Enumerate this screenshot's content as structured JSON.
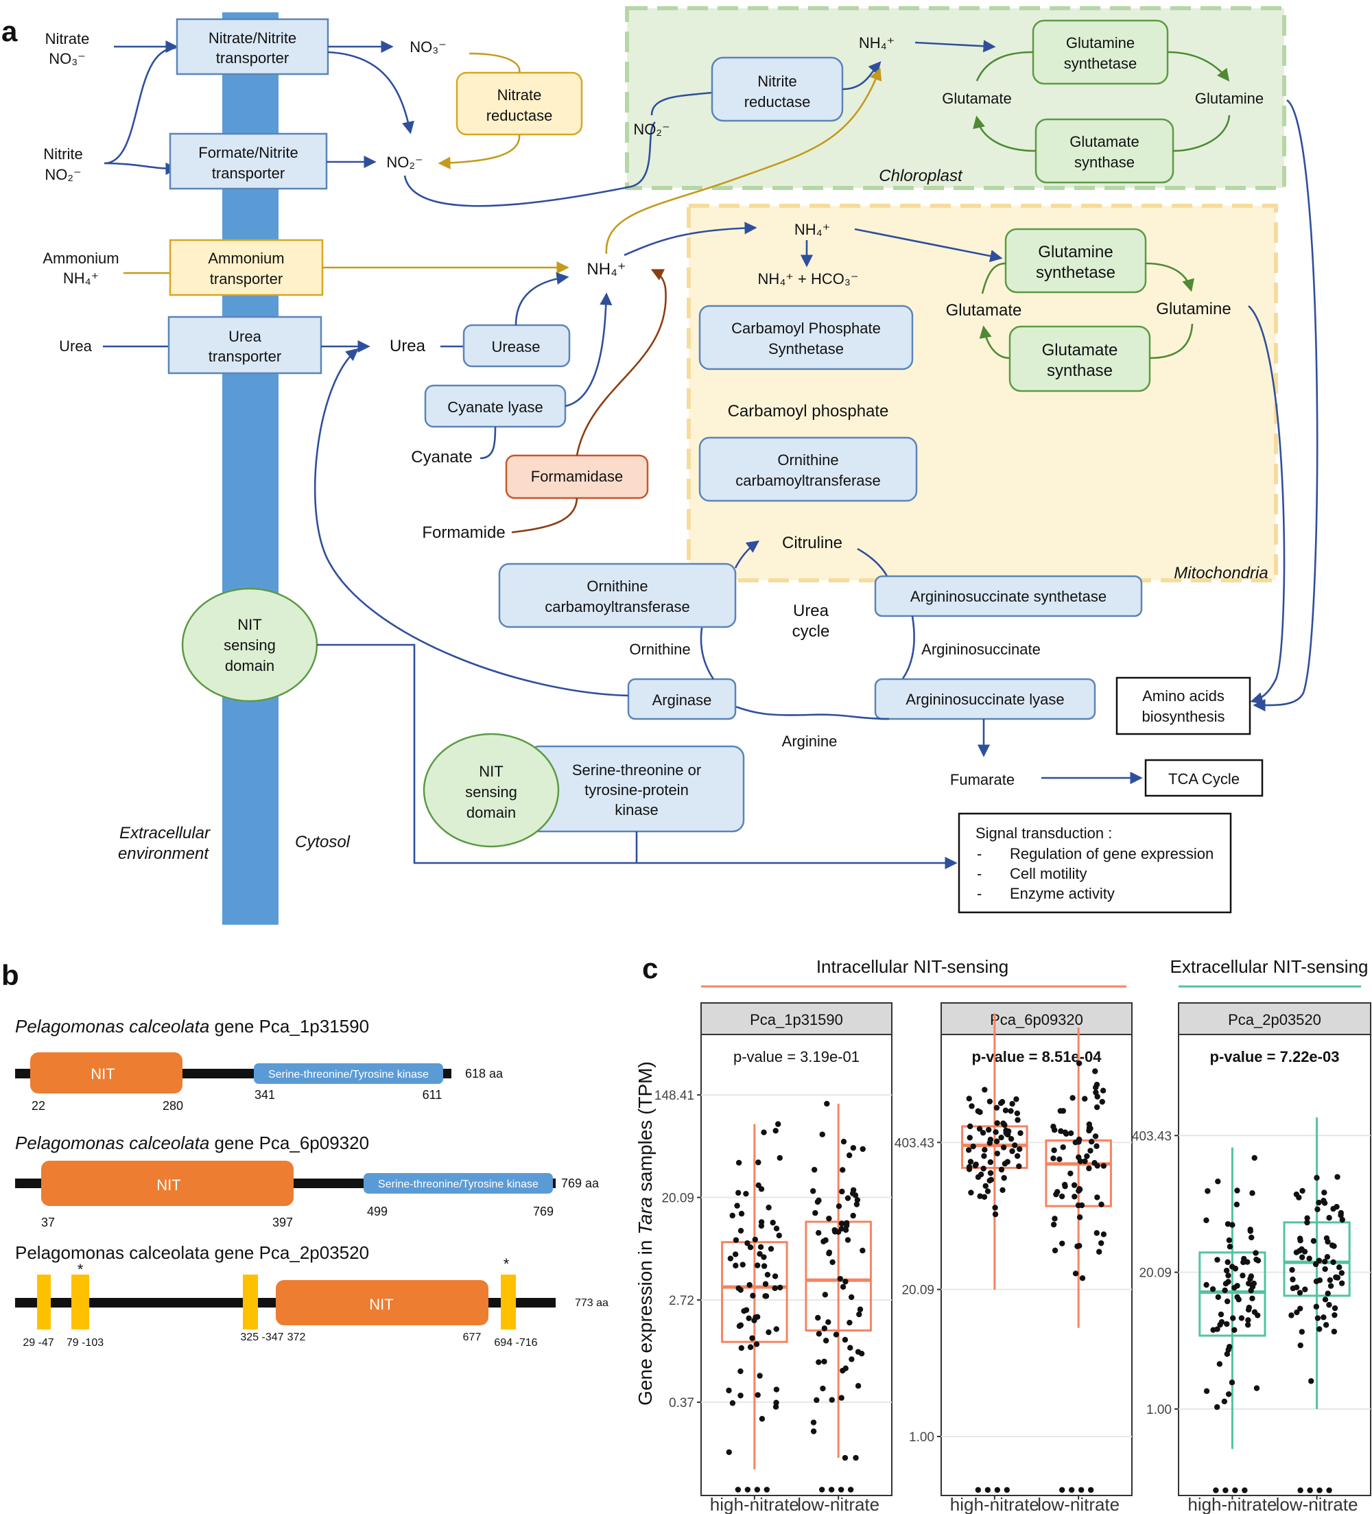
{
  "panel_labels": {
    "a": "a",
    "b": "b",
    "c": "c"
  },
  "colors": {
    "membrane": "#5b9bd5",
    "nit_domain": "#ed7d31",
    "kinase_domain": "#5b9bd5",
    "tm_helix": "#ffc000",
    "intracellular": "#f4845f",
    "extracellular": "#4fc4a0"
  },
  "pathway": {
    "inputs": {
      "nitrate": [
        "Nitrate",
        "NO₃⁻"
      ],
      "nitrite": [
        "Nitrite",
        "NO₂⁻"
      ],
      "ammonium": [
        "Ammonium",
        "NH₄⁺"
      ],
      "urea": "Urea"
    },
    "transporters": {
      "nitrate_nitrite": [
        "Nitrate/Nitrite",
        "transporter"
      ],
      "formate_nitrite": [
        "Formate/Nitrite",
        "transporter"
      ],
      "ammonium": [
        "Ammonium",
        "transporter"
      ],
      "urea": [
        "Urea",
        "transporter"
      ]
    },
    "cytosol": {
      "no3": "NO₃⁻",
      "no2": "NO₂⁻",
      "nitrate_reductase": [
        "Nitrate",
        "reductase"
      ],
      "nh4": "NH₄⁺",
      "urea": "Urea",
      "urease": "Urease",
      "cyanate_lyase": "Cyanate lyase",
      "cyanate": "Cyanate",
      "formamidase": "Formamidase",
      "formamide": "Formamide",
      "ornithine_ct": [
        "Ornithine",
        "carbamoyltransferase"
      ],
      "ornithine": "Ornithine",
      "arginase": "Arginase",
      "arginine": "Arginine",
      "urea_cycle": [
        "Urea",
        "cycle"
      ],
      "as_synthetase": "Argininosuccinate  synthetase",
      "argininosuccinate": "Argininosuccinate",
      "as_lyase": "Argininosuccinate  lyase",
      "fumarate": "Fumarate",
      "tca": "TCA Cycle",
      "amino": [
        "Amino acids",
        "biosynthesis"
      ],
      "nit1": [
        "NIT",
        "sensing",
        "domain"
      ],
      "nit2": [
        "NIT",
        "sensing",
        "domain"
      ],
      "kinase": [
        "Serine-threonine  or",
        "tyrosine-protein",
        "kinase"
      ],
      "signal_title": "Signal transduction :",
      "signal_items": [
        "Regulation of gene expression",
        "Cell motility",
        "Enzyme activity"
      ],
      "dash": "-",
      "extracellular": [
        "Extracellular",
        "environment"
      ],
      "cytosol_label": "Cytosol"
    },
    "chloroplast": {
      "label": "Chloroplast",
      "no2": "NO₂⁻",
      "nitrite_reductase": [
        "Nitrite",
        "reductase"
      ],
      "nh4": "NH₄⁺",
      "gs": [
        "Glutamine",
        "synthetase"
      ],
      "gogat": [
        "Glutamate",
        "synthase"
      ],
      "glutamate": "Glutamate",
      "glutamine": "Glutamine"
    },
    "mitochondria": {
      "label": "Mitochondria",
      "nh4": "NH₄⁺",
      "nh4_hco3": "NH₄⁺ + HCO₃⁻",
      "cps": [
        "Carbamoyl Phosphate",
        "Synthetase"
      ],
      "carbamoyl_phosphate": "Carbamoyl phosphate",
      "oct": [
        "Ornithine",
        "carbamoyltransferase"
      ],
      "citruline": "Citruline",
      "gs": [
        "Glutamine",
        "synthetase"
      ],
      "gogat": [
        "Glutamate",
        "synthase"
      ],
      "glutamate": "Glutamate",
      "glutamine": "Glutamine"
    }
  },
  "genes": [
    {
      "prefix_italic": "Pelagomonas calceolata",
      "suffix": " gene Pca_1p31590",
      "length": "618 aa",
      "nit": {
        "label": "NIT",
        "start": "22",
        "end": "280"
      },
      "kinase": {
        "label": "Serine-threonine/Tyrosine kinase",
        "start": "341",
        "end": "611"
      }
    },
    {
      "prefix_italic": "Pelagomonas calceolata",
      "suffix": " gene Pca_6p09320",
      "length": "769 aa",
      "nit": {
        "label": "NIT",
        "start": "37",
        "end": "397"
      },
      "kinase": {
        "label": "Serine-threonine/Tyrosine kinase",
        "start": "499",
        "end": "769"
      }
    },
    {
      "prefix_plain": "Pelagomonas calceolata gene Pca_2p03520",
      "length": "773 aa",
      "nit": {
        "label": "NIT",
        "start": "372",
        "end": "677"
      },
      "tm": [
        "29 -47",
        "79 -103",
        "325 -347",
        "694 -716"
      ],
      "star": "*"
    }
  ],
  "chart_data": [
    {
      "type": "box",
      "facet": "Pca_1p31590",
      "group": "Intracellular NIT-sensing",
      "pvalue": "p-value = 3.19e-01",
      "bold": false,
      "categories": [
        "high-nitrate",
        "low-nitrate"
      ],
      "yscale": "log",
      "yticks": [
        "148.41",
        "20.09",
        "2.72",
        "0.37"
      ],
      "boxes": [
        {
          "q1": 1.2,
          "median": 3.5,
          "q3": 8.4
        },
        {
          "q1": 1.5,
          "median": 4.0,
          "q3": 12.5
        }
      ]
    },
    {
      "type": "box",
      "facet": "Pca_6p09320",
      "group": "Intracellular NIT-sensing",
      "pvalue": "p-value = 8.51e-04",
      "bold": true,
      "categories": [
        "high-nitrate",
        "low-nitrate"
      ],
      "yscale": "log",
      "yticks": [
        "403.43",
        "20.09",
        "1.00"
      ],
      "boxes": [
        {
          "q1": 240,
          "median": 380,
          "q3": 560
        },
        {
          "q1": 110,
          "median": 260,
          "q3": 420
        }
      ]
    },
    {
      "type": "box",
      "facet": "Pca_2p03520",
      "group": "Extracellular NIT-sensing",
      "pvalue": "p-value = 7.22e-03",
      "bold": true,
      "categories": [
        "high-nitrate",
        "low-nitrate"
      ],
      "yscale": "log",
      "yticks": [
        "403.43",
        "20.09",
        "1.00"
      ],
      "boxes": [
        {
          "q1": 5.0,
          "median": 13.0,
          "q3": 31.0
        },
        {
          "q1": 12.0,
          "median": 25.0,
          "q3": 60.0
        }
      ]
    }
  ],
  "chart_labels": {
    "intracellular": "Intracellular NIT-sensing",
    "extracellular": "Extracellular NIT-sensing",
    "ylabel_pre": "Gene expression  in ",
    "ylabel_italic": "Tara",
    "ylabel_post": " samples (TPM)"
  }
}
